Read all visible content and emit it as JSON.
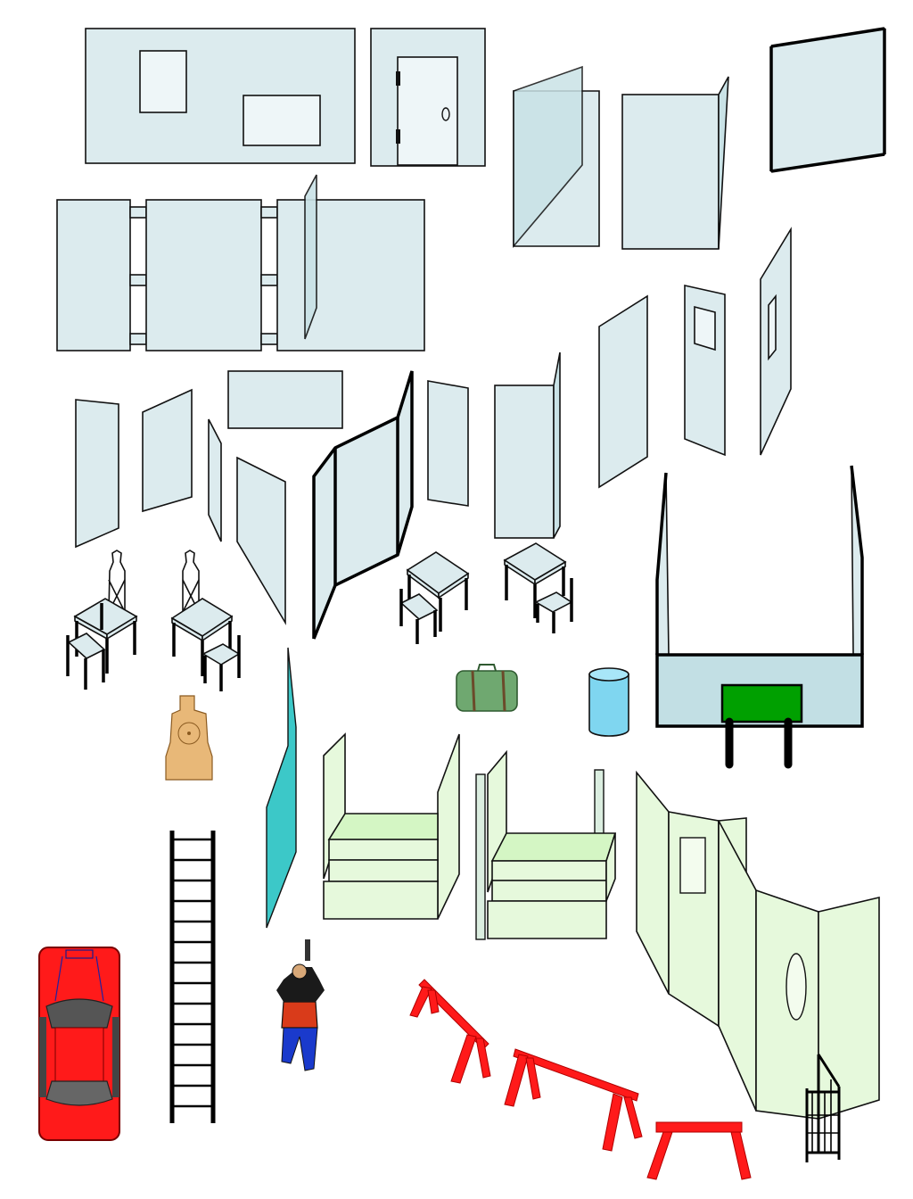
{
  "sheet": {
    "background": "#ffffff",
    "items": [
      {
        "name": "wall-with-window-and-port",
        "color": "#dcebee"
      },
      {
        "name": "wall-with-door",
        "color": "#dcebee"
      },
      {
        "name": "corner-panel",
        "color": "#c9e2e6"
      },
      {
        "name": "hinged-barricade",
        "color": "#dcebee"
      },
      {
        "name": "three-panel-wall",
        "color": "#dcebee"
      },
      {
        "name": "angled-panels",
        "color": "#dcebee"
      },
      {
        "name": "silhouette-target",
        "color": "#ffffff"
      },
      {
        "name": "table-and-chair",
        "color": "#dcebee"
      },
      {
        "name": "vehicle-barrier-booth",
        "color": "#c9e2e6"
      },
      {
        "name": "green-sign",
        "color": "#00a000"
      },
      {
        "name": "suitcase",
        "color": "#6fa870"
      },
      {
        "name": "barrel",
        "color": "#7fd6f0"
      },
      {
        "name": "paper-target",
        "color": "#e8b878"
      },
      {
        "name": "teal-panel",
        "color": "#3cc8c8"
      },
      {
        "name": "stair-platform",
        "color": "#e6f9dc"
      },
      {
        "name": "ladder",
        "color": "#000000"
      },
      {
        "name": "shooter-figure",
        "color": "#d93b1a"
      },
      {
        "name": "police-car",
        "color": "#ff1a1a"
      },
      {
        "name": "sawhorse",
        "color": "#ff1a1a"
      },
      {
        "name": "folding-screen",
        "color": "#e6f9dc"
      },
      {
        "name": "gate",
        "color": "#000000"
      }
    ]
  }
}
